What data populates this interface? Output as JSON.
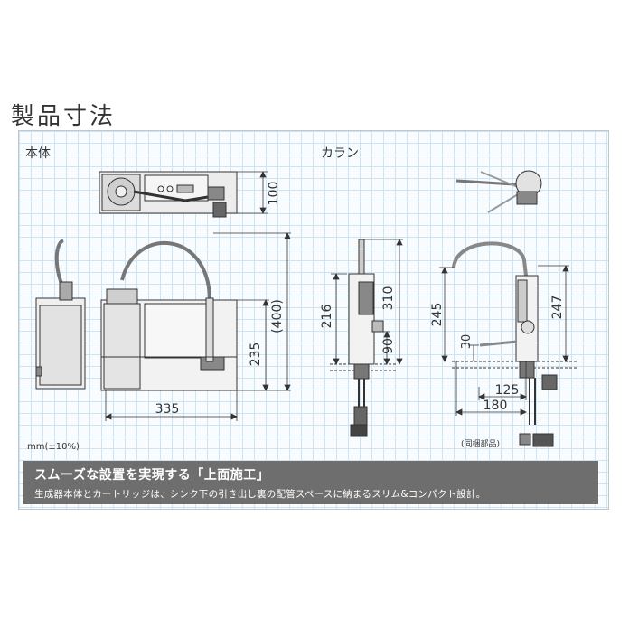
{
  "page": {
    "title": "製品寸法"
  },
  "sections": {
    "body_label": "本体",
    "faucet_label": "カラン"
  },
  "dimensions": {
    "body_depth": "100",
    "body_width": "335",
    "body_height": "235",
    "body_total_height": "(400)",
    "faucet_front_height": "216",
    "faucet_height": "310",
    "faucet_spout_clearance": "90",
    "faucet_side_height": "245",
    "faucet_side_total": "247",
    "faucet_side_offset": "30",
    "faucet_reach_125": "125",
    "faucet_reach_180": "180"
  },
  "parts_note": "(同梱部品)",
  "tolerance_note": "mm(±10%)",
  "banner": {
    "heading": "スムーズな設置を実現する「上面施工」",
    "subtext": "生成器本体とカートリッジは、シンク下の引き出し裏の配管スペースに納まるスリム&コンパクト設計。"
  }
}
